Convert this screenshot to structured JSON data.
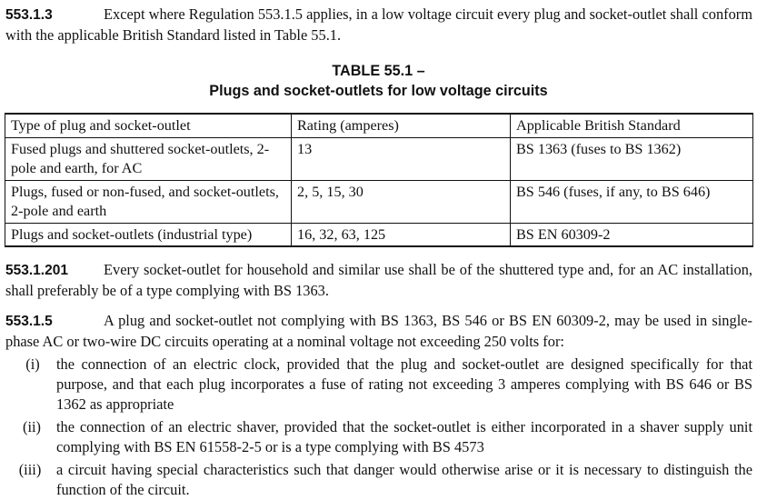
{
  "clauses": {
    "c553_1_3": {
      "number": "553.1.3",
      "text": "Except where Regulation 553.1.5 applies, in a low voltage circuit every plug and socket-outlet shall conform with the applicable British Standard listed in Table 55.1."
    },
    "c553_1_201": {
      "number": "553.1.201",
      "text": "Every socket-outlet for household and similar use shall be of the shuttered type and, for an AC installation, shall preferably be of a type complying with BS 1363."
    },
    "c553_1_5": {
      "number": "553.1.5",
      "text": "A plug and socket-outlet not complying with BS 1363, BS 546 or BS EN 60309-2, may be used in single-phase AC or two-wire DC circuits operating at a nominal voltage not exceeding 250 volts for:"
    }
  },
  "table": {
    "title_line1": "TABLE 55.1 –",
    "title_line2": "Plugs and socket-outlets for low voltage circuits",
    "headers": [
      "Type of plug and socket-outlet",
      "Rating (amperes)",
      "Applicable British Standard"
    ],
    "rows": [
      [
        "Fused plugs and shuttered socket-outlets, 2-pole and earth, for AC",
        "13",
        "BS 1363 (fuses to BS 1362)"
      ],
      [
        "Plugs, fused or non-fused, and socket-outlets, 2-pole and earth",
        "2, 5, 15, 30",
        "BS 546 (fuses, if any, to BS 646)"
      ],
      [
        "Plugs and socket-outlets (industrial type)",
        "16, 32, 63, 125",
        "BS EN 60309-2"
      ]
    ]
  },
  "list_items": [
    {
      "marker": "(i)",
      "text": "the connection of an electric clock, provided that the plug and socket-outlet are designed specifically for that purpose, and that each plug incorporates a fuse of rating not exceeding 3 amperes complying with BS 646 or BS 1362 as appropriate"
    },
    {
      "marker": "(ii)",
      "text": "the connection of an electric shaver, provided that the socket-outlet is either incorporated in a shaver supply unit complying with BS EN 61558-2-5 or is a type complying with BS 4573"
    },
    {
      "marker": "(iii)",
      "text": "a circuit having special characteristics such that danger would otherwise arise or it is necessary to distinguish the function of the circuit."
    }
  ]
}
